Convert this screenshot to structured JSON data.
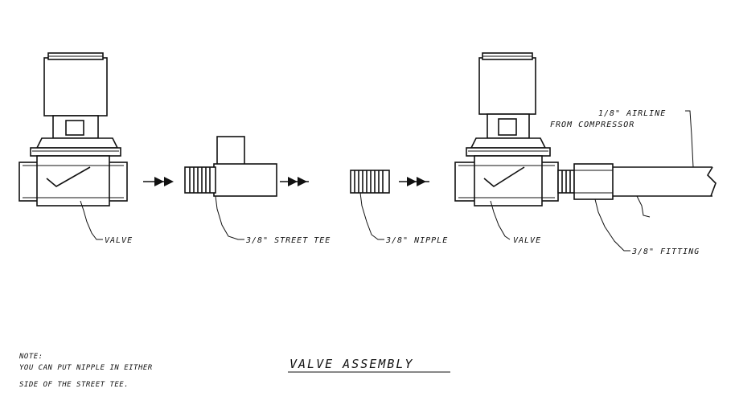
{
  "title": "VALVE ASSEMBLY",
  "labels": {
    "valve_left": "VALVE",
    "street_tee": "3/8\" STREET TEE",
    "nipple": "3/8\" NIPPLE",
    "valve_right": "VALVE",
    "fitting": "3/8\" FITTING",
    "airline_1": "1/8\" AIRLINE",
    "airline_2": "FROM COMPRESSOR"
  },
  "note": {
    "heading": "NOTE:",
    "line1": "YOU CAN PUT NIPPLE IN EITHER",
    "line2": "SIDE OF THE STREET TEE."
  }
}
